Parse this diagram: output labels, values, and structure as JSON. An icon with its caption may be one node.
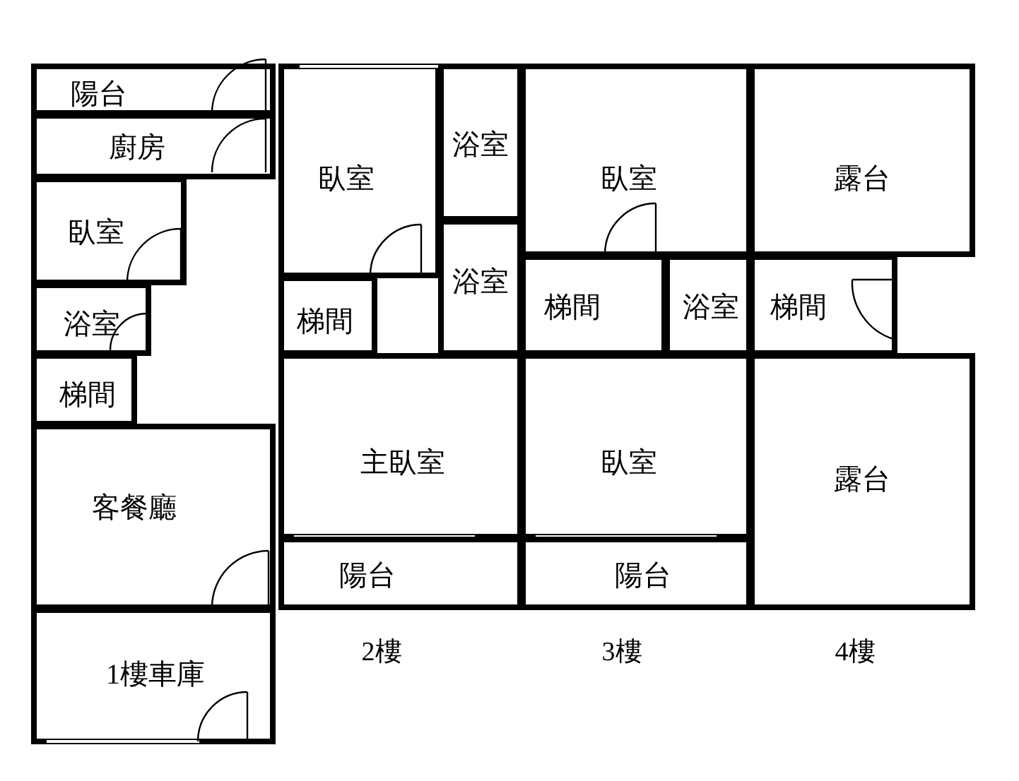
{
  "diagram": {
    "nodes": [
      {
        "text": [
          "陽台"
        ]
      },
      {
        "text": [
          "廚房"
        ]
      },
      {
        "text": [
          "臥室"
        ]
      },
      {
        "text": [
          "浴室"
        ]
      },
      {
        "text": [
          "梯間"
        ]
      },
      {
        "text": [
          "客餐廳"
        ]
      },
      {
        "text": [
          "1樓車庫"
        ]
      },
      {
        "text": [
          "臥室"
        ]
      },
      {
        "text": [
          "浴室"
        ]
      },
      {
        "text": [
          "浴室"
        ]
      },
      {
        "text": [
          "梯間"
        ]
      },
      {
        "text": [
          "主臥室"
        ]
      },
      {
        "text": [
          "陽台"
        ]
      },
      {
        "text": [
          "臥室"
        ]
      },
      {
        "text": [
          "梯間"
        ]
      },
      {
        "text": [
          "浴室"
        ]
      },
      {
        "text": [
          "臥室"
        ]
      },
      {
        "text": [
          "陽台"
        ]
      },
      {
        "text": [
          "露台"
        ]
      },
      {
        "text": [
          "梯間"
        ]
      },
      {
        "text": [
          "露台"
        ]
      }
    ],
    "labels": [
      "2樓",
      "3樓",
      "4樓"
    ]
  }
}
